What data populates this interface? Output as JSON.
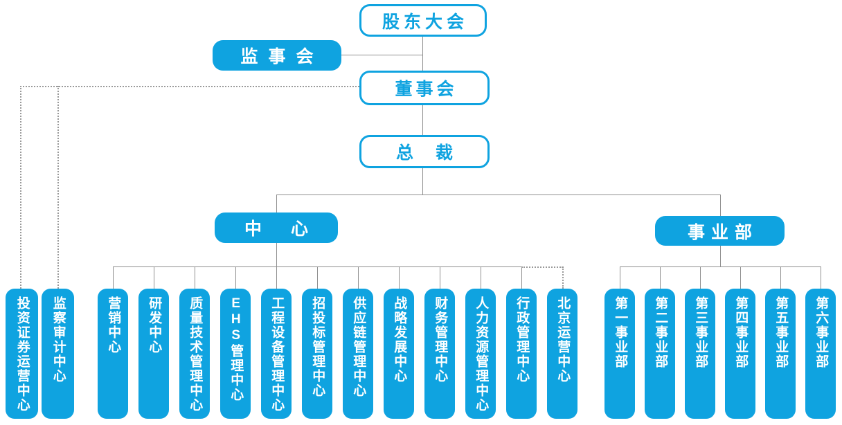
{
  "palette": {
    "node_blue": "#0fa3e0",
    "node_text_white": "#ffffff",
    "outline_node_text_blue": "#0fa3e0",
    "connector_gray": "#8f8f8f",
    "dotted_gray": "#9a9a9a"
  },
  "nodes": {
    "shareholders_meeting": "股东大会",
    "supervisory_board": "监事会",
    "board_of_directors": "董事会",
    "president": "总裁",
    "centers_group": "中心",
    "divisions_group": "事业部"
  },
  "board_direct_depts": [
    "投资证券运营中心",
    "监察审计中心"
  ],
  "center_depts": [
    "营销中心",
    "研发中心",
    "质量技术管理中心",
    "EHS管理中心",
    "工程设备管理中心",
    "招投标管理中心",
    "供应链管理中心",
    "战略发展中心",
    "财务管理中心",
    "人力资源管理中心",
    "行政管理中心",
    "北京运营中心"
  ],
  "division_depts": [
    "第一事业部",
    "第二事业部",
    "第三事业部",
    "第四事业部",
    "第五事业部",
    "第六事业部"
  ]
}
